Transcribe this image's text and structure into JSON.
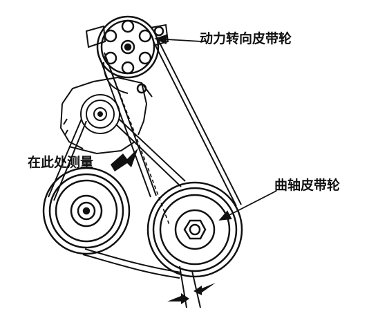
{
  "labels": {
    "power_steering_pulley": "动力转向皮带轮",
    "measure_here": "在此处测量",
    "crankshaft_pulley": "曲轴皮带轮"
  }
}
